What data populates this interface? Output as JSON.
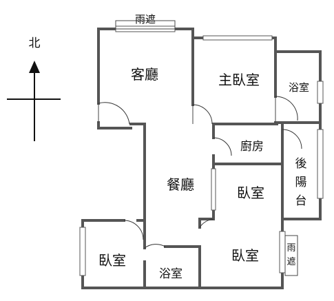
{
  "compass": {
    "north_label": "北"
  },
  "rooms": {
    "living_room": "客廳",
    "master_bedroom": "主臥室",
    "master_bath": "浴室",
    "kitchen": "廚房",
    "back_balcony_1": "後",
    "back_balcony_2": "陽",
    "back_balcony_3": "台",
    "dining_room": "餐廳",
    "bedroom_middle": "臥室",
    "bedroom_left": "臥室",
    "bath_bottom": "浴室",
    "bedroom_right": "臥室"
  },
  "canopies": {
    "top": "雨遮",
    "right_1": "雨",
    "right_2": "遮"
  },
  "colors": {
    "wall": "#555555",
    "text": "#111111",
    "background": "#ffffff"
  }
}
